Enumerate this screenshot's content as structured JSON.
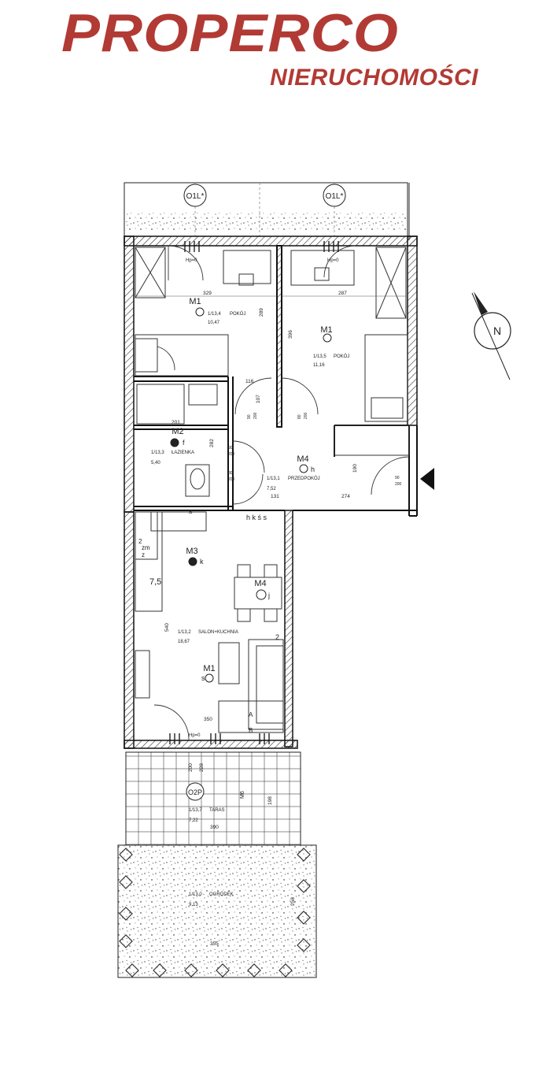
{
  "logo": {
    "main": "PROPERCO",
    "sub": "NIERUCHOMOŚCI",
    "color": "#b23a34"
  },
  "compass": {
    "label": "N"
  },
  "windows": {
    "top_left": "O1L*",
    "top_right": "O1L*",
    "bottom": "O2P"
  },
  "hp": {
    "top_left": "Hp=0",
    "top_right": "Hp=0",
    "bottom": "Hp=0"
  },
  "rooms": {
    "pokoj1": {
      "tag": "M1",
      "id": "1/13,4",
      "name": "POKÓJ",
      "area": "10,47"
    },
    "pokoj2": {
      "tag": "M1",
      "id": "1/13,5",
      "name": "POKÓJ",
      "area": "11,16"
    },
    "lazienka": {
      "tag": "M2",
      "id": "1/13,3",
      "name": "ŁAZIENKA",
      "area": "5,40"
    },
    "przedpokoj": {
      "tag": "M4",
      "id": "1/13,1",
      "name": "PRZEDPOKÓJ",
      "area": "7,52"
    },
    "salon": {
      "tag": "M3",
      "id": "1/13,2",
      "name": "SALON+KUCHNIA",
      "area": "18,67"
    },
    "taras": {
      "id": "1/13,7",
      "name": "TARAS",
      "area": "7,22"
    },
    "ogrodek": {
      "id": "1/13,0",
      "name": "OGRÓDEK",
      "area": "9,13"
    }
  },
  "markers": {
    "salon_table": "M4",
    "salon_sofa": "M1",
    "m2_symbol": "f",
    "m1_symbol": "s",
    "m3_symbol": "k",
    "m4_hall": "h",
    "m4_table": "j",
    "hall_fixtures": "h k ś s",
    "kitchen_s": "s",
    "m6": "M6",
    "a_label": "A",
    "b_label": "B",
    "zm": "zm",
    "z": "z",
    "num_2": "2",
    "num_75": "7,5",
    "num_2_right": "2"
  },
  "dims": {
    "d329": "329",
    "d287": "287",
    "d289": "289",
    "d396": "396",
    "d116": "116",
    "d107": "107",
    "d201": "201",
    "d282": "282",
    "d131": "131",
    "d274": "274",
    "d190": "190",
    "d540": "540",
    "d350": "350",
    "d198": "198",
    "d390": "390",
    "d258": "258",
    "d355": "355",
    "d200": "200",
    "d228": "228",
    "d90a": "90",
    "d200a": "200",
    "d80a": "80",
    "d200b": "200",
    "d90b": "90",
    "d200c": "200",
    "d90c": "90",
    "d200d": "200",
    "d80b": "80",
    "d200e": "200"
  }
}
